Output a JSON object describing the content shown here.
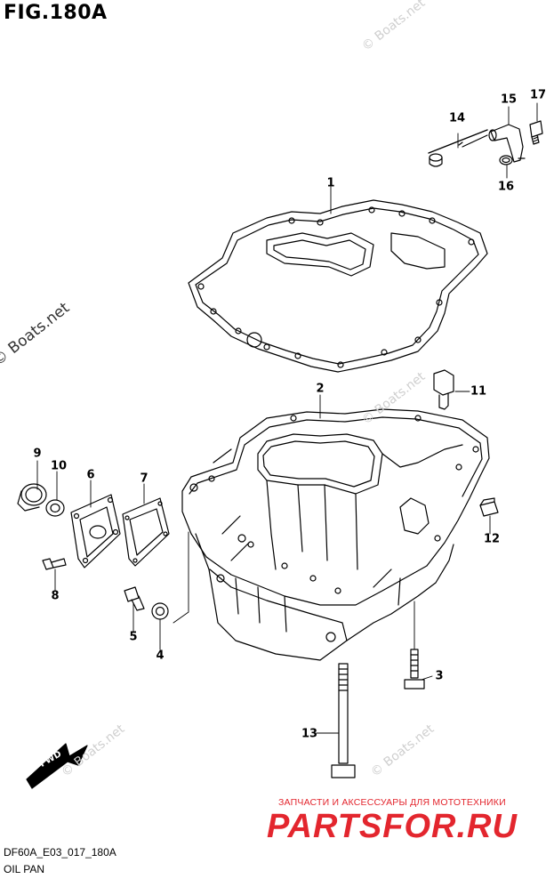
{
  "figure": {
    "title": "FIG.180A"
  },
  "callouts": [
    {
      "id": "1",
      "label": "1"
    },
    {
      "id": "2",
      "label": "2"
    },
    {
      "id": "3",
      "label": "3"
    },
    {
      "id": "4",
      "label": "4"
    },
    {
      "id": "5",
      "label": "5"
    },
    {
      "id": "6",
      "label": "6"
    },
    {
      "id": "7",
      "label": "7"
    },
    {
      "id": "8",
      "label": "8"
    },
    {
      "id": "9",
      "label": "9"
    },
    {
      "id": "10",
      "label": "10"
    },
    {
      "id": "11",
      "label": "11"
    },
    {
      "id": "12",
      "label": "12"
    },
    {
      "id": "13",
      "label": "13"
    },
    {
      "id": "14",
      "label": "14"
    },
    {
      "id": "15",
      "label": "15"
    },
    {
      "id": "16",
      "label": "16"
    },
    {
      "id": "17",
      "label": "17"
    }
  ],
  "watermark": {
    "main": "© Boats.net",
    "faint": "© Boats.net"
  },
  "fwd_arrow": {
    "label": "FWD"
  },
  "shop": {
    "tagline": "ЗАПЧАСТИ И АКСЕССУАРЫ ДЛЯ МОТОТЕХНИКИ",
    "logo": "PARTSFOR.RU"
  },
  "footer": {
    "ref_code": "DF60A_E03_017_180A",
    "caption": "OIL PAN"
  },
  "colors": {
    "line": "#000000",
    "shop_red": "#e3262e",
    "watermark_gray": "#cfcfcf"
  }
}
